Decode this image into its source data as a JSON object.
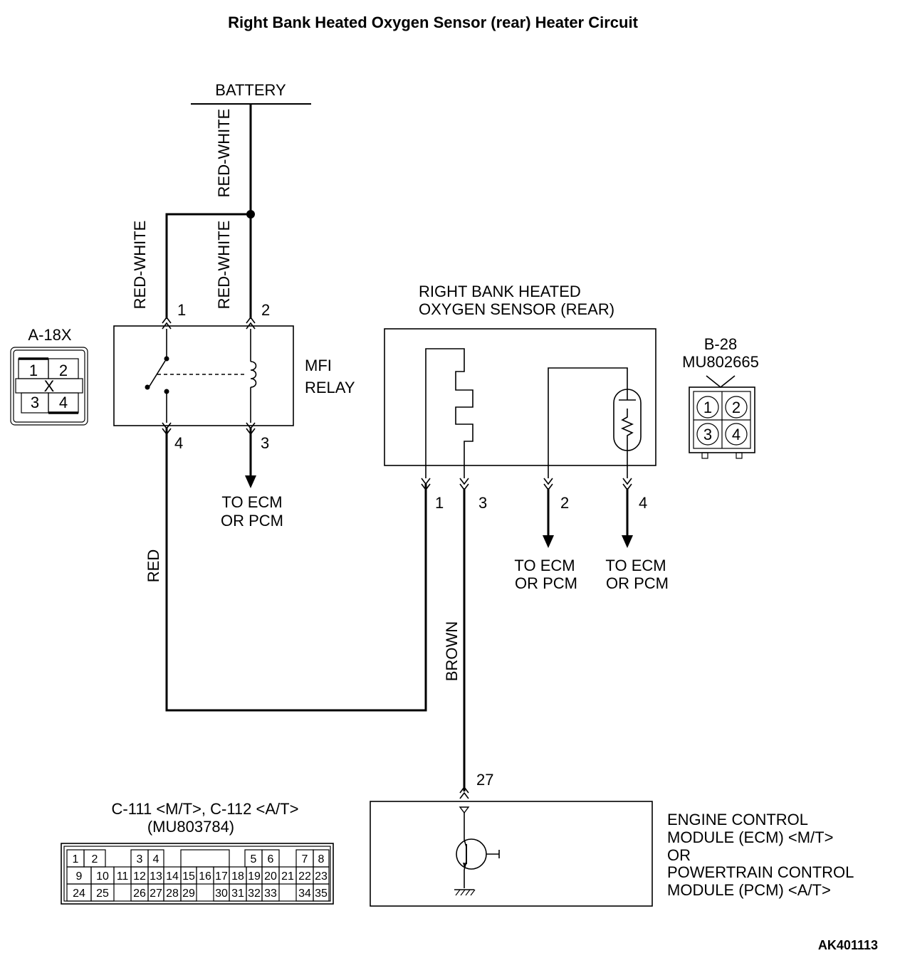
{
  "title": "Right Bank Heated Oxygen Sensor (rear) Heater Circuit",
  "figure_id": "AK401113",
  "battery": {
    "label": "BATTERY"
  },
  "wires": {
    "battery_feed": "RED-WHITE",
    "relay_pin1": "RED-WHITE",
    "relay_pin2": "RED-WHITE",
    "relay_to_sensor": "RED",
    "sensor_to_ecm": "BROWN"
  },
  "relay": {
    "name_line1": "MFI",
    "name_line2": "RELAY",
    "connector": "A-18X",
    "pins": [
      "1",
      "2",
      "3",
      "4"
    ],
    "connector_pins": [
      "1",
      "2",
      "X",
      "3",
      "4"
    ],
    "output_line1": "TO ECM",
    "output_line2": "OR PCM"
  },
  "sensor": {
    "name_line1": "RIGHT BANK HEATED",
    "name_line2": "OXYGEN SENSOR (REAR)",
    "connector": "B-28",
    "part_no": "MU802665",
    "pins": [
      "1",
      "3",
      "2",
      "4"
    ],
    "connector_pins": [
      "1",
      "2",
      "3",
      "4"
    ],
    "output_line1": "TO ECM",
    "output_line2": "OR PCM"
  },
  "ecm": {
    "name_lines": [
      "ENGINE CONTROL",
      "MODULE (ECM) <M/T>",
      "OR",
      "POWERTRAIN CONTROL",
      "MODULE (PCM) <A/T>"
    ],
    "pin": "27",
    "connector_line1": "C-111 <M/T>, C-112 <A/T>",
    "connector_line2": "(MU803784)",
    "connector_rows": [
      [
        "1",
        "2",
        "",
        "3",
        "4",
        "",
        "",
        "",
        "",
        "5",
        "6",
        "",
        "7",
        "8"
      ],
      [
        "9",
        "10",
        "11",
        "12",
        "13",
        "14",
        "15",
        "16",
        "17",
        "18",
        "19",
        "20",
        "21",
        "22",
        "23"
      ],
      [
        "24",
        "25",
        "",
        "26",
        "27",
        "28",
        "29",
        "",
        "30",
        "31",
        "32",
        "33",
        "",
        "34",
        "35"
      ]
    ]
  }
}
